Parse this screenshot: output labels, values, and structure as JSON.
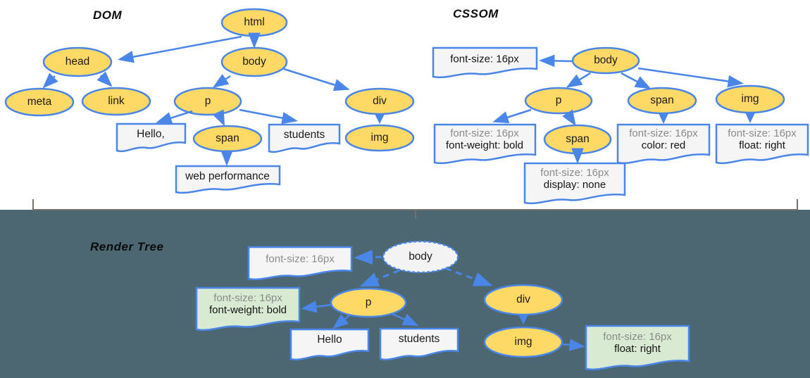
{
  "dom": {
    "title": "DOM",
    "nodes": {
      "html": "html",
      "head": "head",
      "body": "body",
      "meta": "meta",
      "link": "link",
      "p": "p",
      "div": "div",
      "span": "span",
      "img": "img"
    },
    "notes": {
      "hello": "Hello,",
      "students": "students",
      "webperf": "web performance"
    }
  },
  "cssom": {
    "title": "CSSOM",
    "nodes": {
      "body": "body",
      "p": "p",
      "span": "span",
      "img": "img",
      "span2": "span"
    },
    "notes": {
      "body_note": {
        "line1": "font-size: 16px"
      },
      "p_note": {
        "line1": "font-size: 16px",
        "line2": "font-weight: bold"
      },
      "span_note": {
        "line1": "font-size: 16px",
        "line2": "color: red"
      },
      "img_note": {
        "line1": "font-size: 16px",
        "line2": "float: right"
      },
      "span2_note": {
        "line1": "font-size: 16px",
        "line2": "display: none"
      }
    }
  },
  "render": {
    "title": "Render Tree",
    "nodes": {
      "body": "body",
      "p": "p",
      "div": "div",
      "img": "img"
    },
    "notes": {
      "body_note": {
        "line1": "font-size: 16px"
      },
      "p_note": {
        "line1": "font-size: 16px",
        "line2": "font-weight: bold"
      },
      "hello": "Hello",
      "students": "students",
      "img_note": {
        "line1": "font-size: 16px",
        "line2": "float: right"
      }
    }
  },
  "colors": {
    "node_fill": "#FFD966",
    "stroke_blue": "#4A86E8",
    "note_fill": "#F5F5F5",
    "green_note_fill": "#D9EAD3",
    "render_body_fill": "#F3F3F3",
    "gray_text": "#8A8A8A",
    "divider": "#75706A",
    "top_bg": "#FFFFFF",
    "bottom_bg": "#4C6772"
  }
}
